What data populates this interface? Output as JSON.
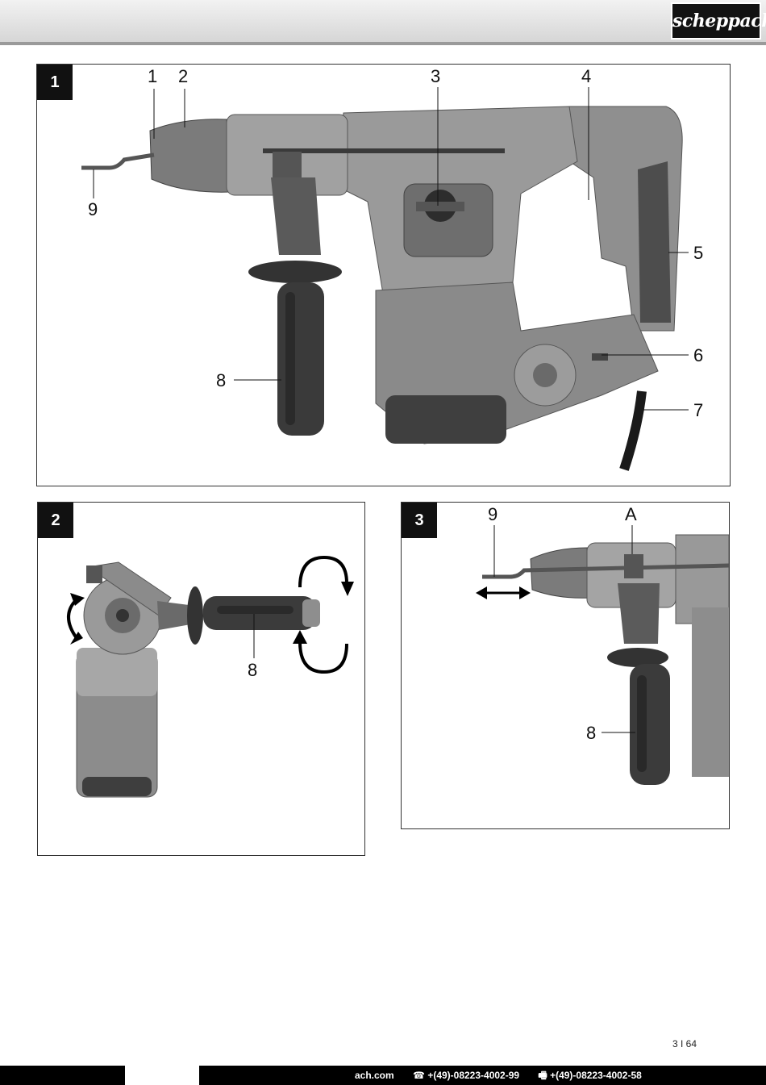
{
  "brand": {
    "name": "scheppach"
  },
  "figures": [
    {
      "number": "1",
      "callouts": [
        "1",
        "2",
        "3",
        "4",
        "5",
        "6",
        "7",
        "8",
        "9"
      ]
    },
    {
      "number": "2",
      "callouts": [
        "8"
      ]
    },
    {
      "number": "3",
      "callouts": [
        "9",
        "A",
        "8"
      ]
    }
  ],
  "page": {
    "number": "3 I 64"
  },
  "footer": {
    "web": "ach.com",
    "phone_icon": "telephone-icon",
    "phone": "☎ +(49)-08223-4002-99",
    "fax_icon": "fax-icon",
    "fax": "🖷 +(49)-08223-4002-58"
  },
  "colors": {
    "header": "#d6d6d6",
    "badge": "#111111",
    "footer": "#000000"
  }
}
